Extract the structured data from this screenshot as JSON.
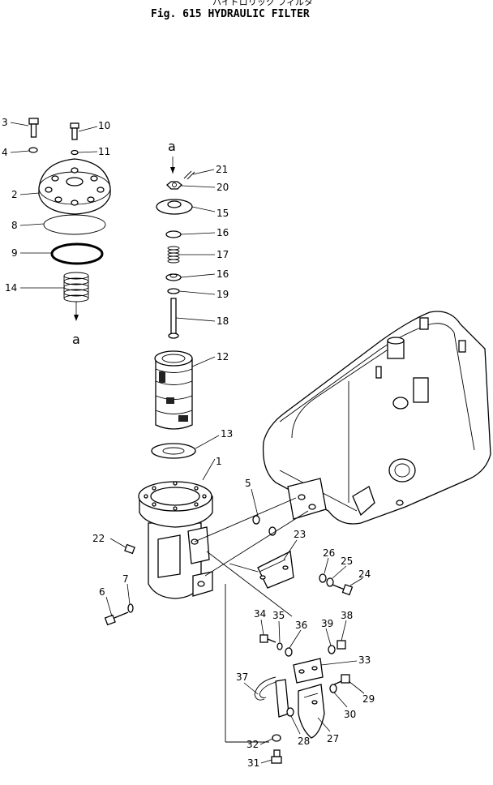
{
  "header": {
    "subtitle_jp": "ハイドロリック フィルタ",
    "title": "Fig. 615   HYDRAULIC FILTER"
  },
  "callouts": [
    {
      "id": "c3",
      "text": "3"
    },
    {
      "id": "c4",
      "text": "4"
    },
    {
      "id": "c2",
      "text": "2"
    },
    {
      "id": "c8",
      "text": "8"
    },
    {
      "id": "c9",
      "text": "9"
    },
    {
      "id": "c14",
      "text": "14"
    },
    {
      "id": "c10",
      "text": "10"
    },
    {
      "id": "c11",
      "text": "11"
    },
    {
      "id": "c21",
      "text": "21"
    },
    {
      "id": "c20",
      "text": "20"
    },
    {
      "id": "c15",
      "text": "15"
    },
    {
      "id": "c16a",
      "text": "16"
    },
    {
      "id": "c17",
      "text": "17"
    },
    {
      "id": "c16b",
      "text": "16"
    },
    {
      "id": "c19",
      "text": "19"
    },
    {
      "id": "c18",
      "text": "18"
    },
    {
      "id": "c12",
      "text": "12"
    },
    {
      "id": "c13",
      "text": "13"
    },
    {
      "id": "c1",
      "text": "1"
    },
    {
      "id": "c5",
      "text": "5"
    },
    {
      "id": "c22",
      "text": "22"
    },
    {
      "id": "c23",
      "text": "23"
    },
    {
      "id": "c26",
      "text": "26"
    },
    {
      "id": "c25",
      "text": "25"
    },
    {
      "id": "c24",
      "text": "24"
    },
    {
      "id": "c6",
      "text": "6"
    },
    {
      "id": "c7",
      "text": "7"
    },
    {
      "id": "c34",
      "text": "34"
    },
    {
      "id": "c35",
      "text": "35"
    },
    {
      "id": "c36",
      "text": "36"
    },
    {
      "id": "c39",
      "text": "39"
    },
    {
      "id": "c38",
      "text": "38"
    },
    {
      "id": "c33",
      "text": "33"
    },
    {
      "id": "c37",
      "text": "37"
    },
    {
      "id": "c29",
      "text": "29"
    },
    {
      "id": "c30",
      "text": "30"
    },
    {
      "id": "c32",
      "text": "32"
    },
    {
      "id": "c28",
      "text": "28"
    },
    {
      "id": "c27",
      "text": "27"
    },
    {
      "id": "c31",
      "text": "31"
    }
  ],
  "refs": {
    "upper": "a",
    "lower": "a"
  }
}
